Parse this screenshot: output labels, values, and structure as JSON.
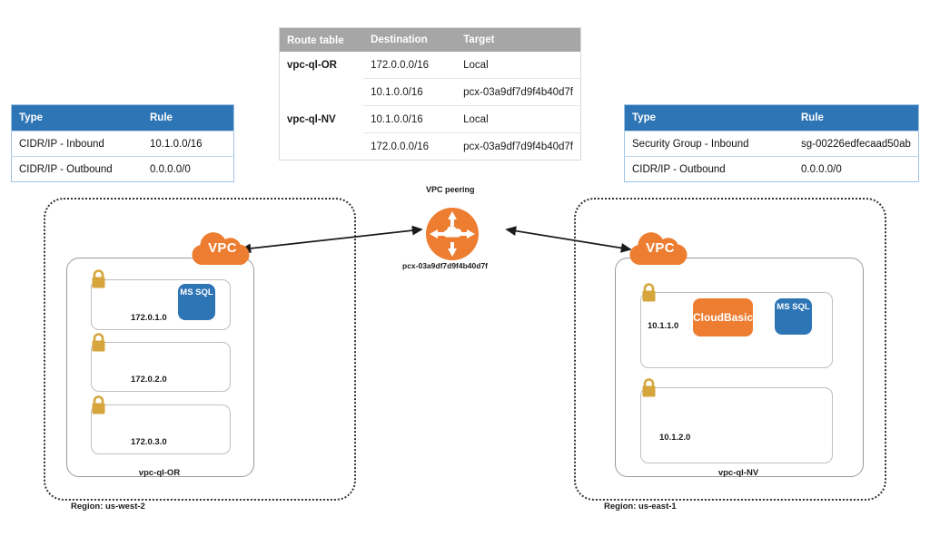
{
  "security_tables": {
    "left": {
      "name": "left-security-table",
      "headers": [
        "Type",
        "Rule"
      ],
      "rows": [
        {
          "type": "CIDR/IP - Inbound",
          "rule": "10.1.0.0/16"
        },
        {
          "type": "CIDR/IP - Outbound",
          "rule": "0.0.0.0/0"
        }
      ]
    },
    "right": {
      "name": "right-security-table",
      "headers": [
        "Type",
        "Rule"
      ],
      "rows": [
        {
          "type": "Security Group - Inbound",
          "rule": "sg-00226edfecaad50ab"
        },
        {
          "type": "CIDR/IP - Outbound",
          "rule": "0.0.0.0/0"
        }
      ]
    }
  },
  "route_table": {
    "headers": [
      "Route table",
      "Destination",
      "Target"
    ],
    "rows": [
      {
        "vpc": "vpc-ql-OR",
        "destination": "172.0.0.0/16",
        "target": "Local"
      },
      {
        "vpc": "",
        "destination": "10.1.0.0/16",
        "target": "pcx-03a9df7d9f4b40d7f"
      },
      {
        "vpc": "vpc-ql-NV",
        "destination": "10.1.0.0/16",
        "target": "Local"
      },
      {
        "vpc": "",
        "destination": "172.0.0.0/16",
        "target": "pcx-03a9df7d9f4b40d7f"
      }
    ]
  },
  "peering": {
    "title": "VPC peering",
    "id": "pcx-03a9df7d9f4b40d7f",
    "color": "#ED7D31"
  },
  "regions": {
    "left": {
      "label": "Region: us-west-2",
      "vpc_name": "vpc-ql-OR",
      "cloud_label": "VPC",
      "subnets": [
        {
          "cidr": "172.0.1.0",
          "apps": [
            {
              "label": "MS SQL",
              "color": "#2E75B6"
            }
          ]
        },
        {
          "cidr": "172.0.2.0",
          "apps": []
        },
        {
          "cidr": "172.0.3.0",
          "apps": []
        }
      ]
    },
    "right": {
      "label": "Region: us-east-1",
      "vpc_name": "vpc-ql-NV",
      "cloud_label": "VPC",
      "subnets": [
        {
          "cidr": "10.1.1.0",
          "apps": [
            {
              "label": "CloudBasic",
              "color": "#ED7D31"
            },
            {
              "label": "MS SQL",
              "color": "#2E75B6"
            }
          ]
        },
        {
          "cidr": "10.1.2.0",
          "apps": []
        }
      ]
    }
  },
  "colors": {
    "security_header": "#2E75B6",
    "route_header": "#a6a6a6",
    "orange": "#ED7D31",
    "blue": "#2E75B6",
    "lock": "#D6A63C"
  }
}
